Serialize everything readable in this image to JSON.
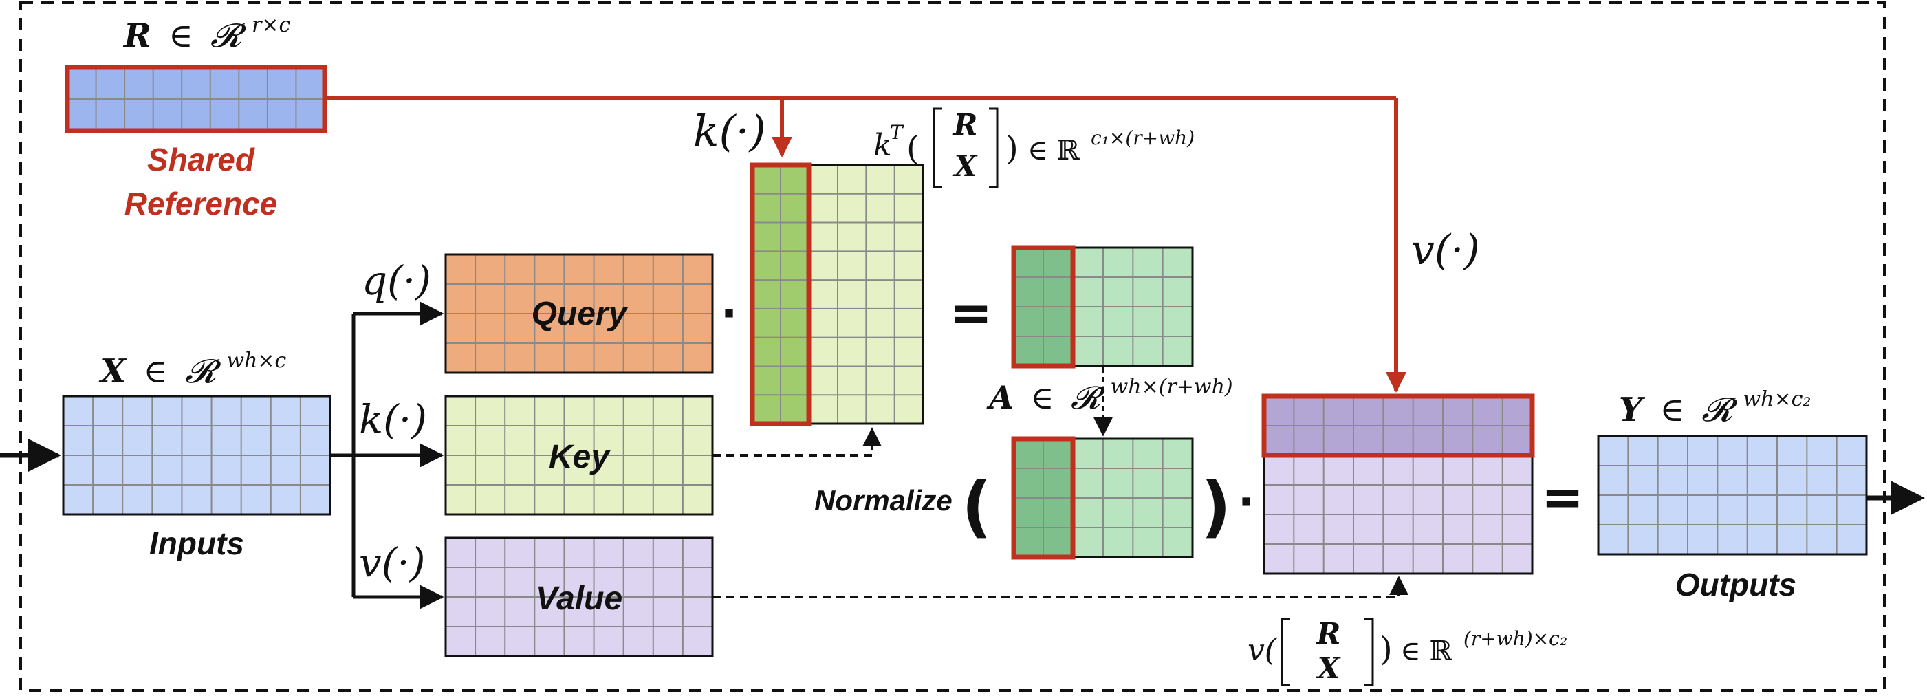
{
  "diagram": {
    "labels": {
      "shared_ref_line1": "Shared",
      "shared_ref_line2": "Reference",
      "inputs": "Inputs",
      "outputs": "Outputs",
      "query": "Query",
      "key": "Key",
      "value": "Value",
      "normalize": "Normalize"
    },
    "math": {
      "R_var": "R",
      "R_in": "∈",
      "R_space": "𝓡",
      "R_exp": "r×c",
      "X_var": "X",
      "X_in": "∈",
      "X_space": "𝓡",
      "X_exp": "wh×c",
      "Y_var": "Y",
      "Y_in": "∈",
      "Y_space": "𝓡",
      "Y_exp": "wh×c₂",
      "A_var": "A",
      "A_in": "∈",
      "A_space": "𝓡",
      "A_exp": "wh×(r+wh)",
      "q_fn": "q(·)",
      "k_fn": "k(·)",
      "v_fn": "v(·)",
      "k_top_fn": "k(·)",
      "v_right_fn": "v(·)",
      "kT_prefix": "k",
      "kT_sup": "T",
      "kT_open": "(",
      "kT_close": ")",
      "kT_rhs": "∈ ℝ",
      "kT_rhs_exp": "c₁×(r+wh)",
      "kT_R": "R",
      "kT_X": "X",
      "vb_prefix": "v(",
      "vb_close": ")",
      "vb_rhs": "∈ ℝ",
      "vb_rhs_exp": "(r+wh)×c₂",
      "vb_R": "R",
      "vb_X": "X"
    },
    "operators": {
      "dot1": "·",
      "eq1": "=",
      "open_paren": "(",
      "close_paren": ")",
      "dot2": "·",
      "eq2": "="
    },
    "colors": {
      "frame": "#111111",
      "red_accent": "#c0301f",
      "shared_ref_fill": "#9cb5ee",
      "input_fill": "#c8d8f8",
      "query_fill": "#eeab7d",
      "key_fill": "#e6f2c6",
      "value_fill": "#ddd4f2",
      "key_col_fill": "#a0cc6e",
      "attn_fill": "#b9e4c0",
      "attn_col_fill": "#7fbf8c",
      "vm_top_fill": "#b3a6d4",
      "vm_fill": "#ddd4f2",
      "output_fill": "#c8d8f8",
      "grid_line": "#8a8a8a"
    }
  }
}
